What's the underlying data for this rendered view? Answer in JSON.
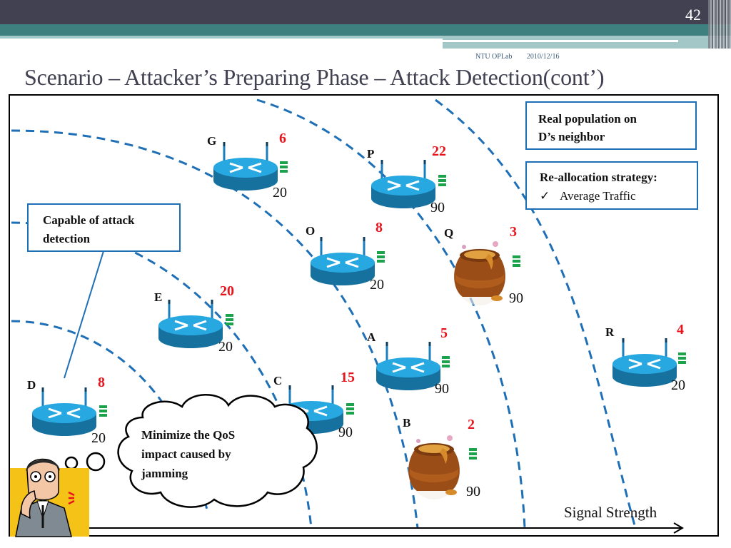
{
  "slide": {
    "number": "42",
    "org": "NTU OPLab",
    "date": "2010/12/16",
    "title": "Scenario – Attacker’s Preparing Phase – Attack Detection(cont’)"
  },
  "colors": {
    "header_dark": "#414152",
    "header_teal": "#3e7f80",
    "accent_blue": "#1e6fb5",
    "count_red": "#e8141c",
    "queue_green": "#1aa34a",
    "router_blue": "#1b9ad6"
  },
  "callouts": {
    "real_population": "Real population on D’s neighbor",
    "real_population_line1": "Real population on",
    "real_population_line2": "D’s neighbor",
    "reallocation_title": "Re-allocation strategy:",
    "reallocation_item": "Average Traffic",
    "check_glyph": "✓",
    "capable_line1": "Capable of attack",
    "capable_line2": "detection",
    "thought_line1": "Minimize the QoS",
    "thought_line2": "impact caused by",
    "thought_line3": "jamming"
  },
  "axis": {
    "label": "Signal Strength"
  },
  "nodes": [
    {
      "id": "G",
      "type": "router",
      "population": "6",
      "capacity": "20"
    },
    {
      "id": "P",
      "type": "router",
      "population": "22",
      "capacity": "90"
    },
    {
      "id": "O",
      "type": "router",
      "population": "8",
      "capacity": "20"
    },
    {
      "id": "Q",
      "type": "honeypot",
      "population": "3",
      "capacity": "90"
    },
    {
      "id": "E",
      "type": "router",
      "population": "20",
      "capacity": "20"
    },
    {
      "id": "A",
      "type": "router",
      "population": "5",
      "capacity": "90"
    },
    {
      "id": "R",
      "type": "router",
      "population": "4",
      "capacity": "20"
    },
    {
      "id": "D",
      "type": "router",
      "population": "8",
      "capacity": "20"
    },
    {
      "id": "C",
      "type": "router",
      "population": "15",
      "capacity": "90"
    },
    {
      "id": "B",
      "type": "honeypot",
      "population": "2",
      "capacity": "90"
    }
  ]
}
